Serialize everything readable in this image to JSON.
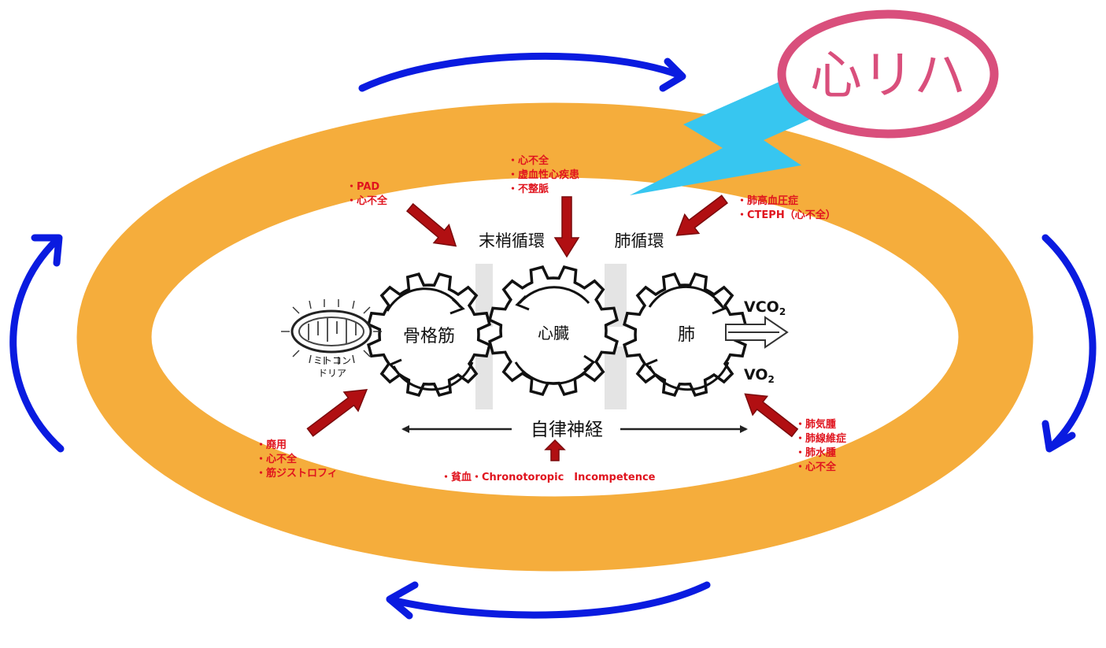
{
  "badge": {
    "text": "心リハ",
    "color": "#d94f7c"
  },
  "colors": {
    "ring": "#f5ad3c",
    "cycle_arrows": "#0a1be0",
    "bolt": "#37c6f0",
    "cause_arrows": "#b10f12",
    "cause_text": "#e0141e"
  },
  "gears": {
    "muscle": {
      "label": "骨格筋"
    },
    "heart": {
      "label": "心臓"
    },
    "lung": {
      "label": "肺"
    }
  },
  "top_labels": {
    "peripheral": "末梢循環",
    "pulmonary": "肺循環"
  },
  "mitochondria": {
    "line1": "ミトコン",
    "line2": "ドリア"
  },
  "gas": {
    "vco2_base": "VCO",
    "vco2_sub": "2",
    "vo2_base": "VO",
    "vo2_sub": "2"
  },
  "autonomic": {
    "label": "自律神経"
  },
  "causes": {
    "pad": [
      "・PAD",
      "・心不全"
    ],
    "heart": [
      "・心不全",
      "・虚血性心疾患",
      "・不整脈"
    ],
    "pulm": [
      "・肺高血圧症",
      "・CTEPH（心不全）"
    ],
    "muscle": [
      "・廃用",
      "・心不全",
      "・筋ジストロフィ"
    ],
    "anemia": "・貧血・Chronotoropic　Incompetence",
    "lung": [
      "・肺気腫",
      "・肺線維症",
      "・肺水腫",
      "・心不全"
    ]
  }
}
